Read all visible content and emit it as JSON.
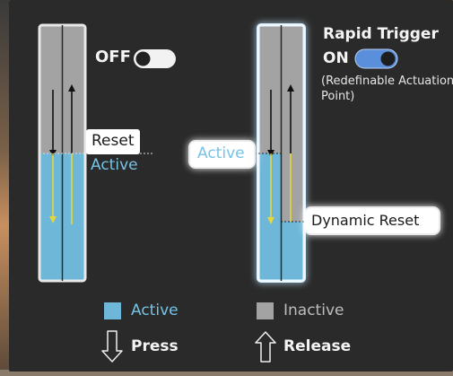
{
  "left_diagram": {
    "toggle_label": "OFF",
    "reset_label": "Reset",
    "active_label": "Active"
  },
  "right_diagram": {
    "title": "Rapid Trigger",
    "toggle_label": "ON",
    "subtitle_line1": "(Redefinable Actuation",
    "subtitle_line2": "Point)",
    "active_label": "Active",
    "dynamic_reset_label": "Dynamic Reset"
  },
  "legend": {
    "active": "Active",
    "inactive": "Inactive",
    "press": "Press",
    "release": "Release"
  },
  "colors": {
    "active_fill": "#6fb7d8",
    "inactive_fill": "#a3a3a3",
    "toggle_on": "#5a8fdc",
    "arrow_yellow": "#e6d73a",
    "active_text": "#76c3e6"
  },
  "icons": {
    "press": "down-arrow-outline-icon",
    "release": "up-arrow-outline-icon"
  }
}
